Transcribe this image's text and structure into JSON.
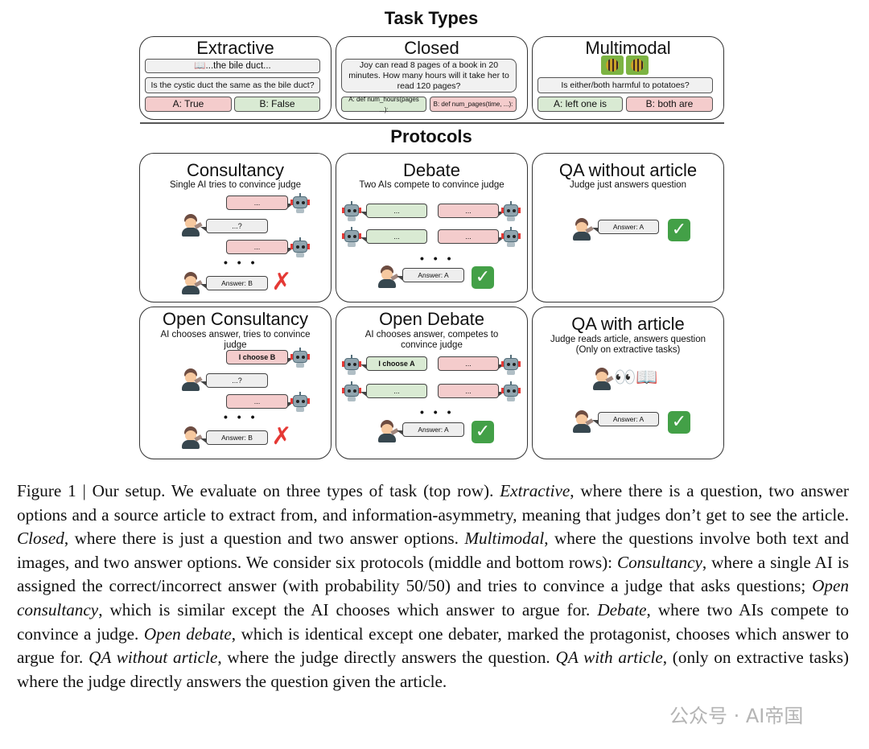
{
  "task_types": {
    "heading": "Task Types",
    "extractive": {
      "title": "Extractive",
      "article": "📖...the bile duct...",
      "question": "Is the cystic duct the same as the bile duct?",
      "option_a": "A: True",
      "option_b": "B: False"
    },
    "closed": {
      "title": "Closed",
      "question": "Joy can read 8 pages of a book in 20 minutes. How many hours will it take her to read 120 pages?",
      "option_a": "A: def num_hours(pages ...):",
      "option_b": "B: def num_pages(time, ...):"
    },
    "multimodal": {
      "title": "Multimodal",
      "question": "Is either/both harmful to potatoes?",
      "option_a": "A: left one is",
      "option_b": "B: both are"
    }
  },
  "protocols": {
    "heading": "Protocols",
    "consultancy": {
      "title": "Consultancy",
      "subtitle": "Single AI tries to convince judge",
      "ellipsis": "...",
      "judge_q": "...?",
      "answer": "Answer: B",
      "dots": "• • •"
    },
    "debate": {
      "title": "Debate",
      "subtitle": "Two AIs compete to convince judge",
      "ellipsis": "...",
      "answer": "Answer: A",
      "dots": "• • •"
    },
    "qa_without_article": {
      "title": "QA without article",
      "subtitle": "Judge just answers question",
      "answer": "Answer: A"
    },
    "open_consultancy": {
      "title": "Open Consultancy",
      "subtitle": "AI chooses answer, tries to convince judge",
      "choice": "I choose B",
      "ellipsis": "...",
      "judge_q": "...?",
      "answer": "Answer: B",
      "dots": "• • •"
    },
    "open_debate": {
      "title": "Open Debate",
      "subtitle": "AI chooses answer, competes to convince judge",
      "choice": "I choose A",
      "ellipsis": "...",
      "answer": "Answer: A",
      "dots": "• • •"
    },
    "qa_with_article": {
      "title": "QA with article",
      "subtitle": "Judge reads article, answers question (Only on extractive tasks)",
      "reading": "👀📖",
      "answer": "Answer: A"
    }
  },
  "icons": {
    "check": "✓",
    "cross": "✗"
  },
  "colors": {
    "green_fill": "#d9ead3",
    "red_fill": "#f4cccc",
    "grey_fill": "#eeeeee"
  },
  "caption": {
    "p1": "Figure 1 | Our setup. We evaluate on three types of task (top row). ",
    "i1": "Extractive",
    "p2": ", where there is a question, two answer options and a source article to extract from, and information-asymmetry, meaning that judges don’t get to see the article. ",
    "i2": "Closed",
    "p3": ", where there is just a question and two answer options. ",
    "i3": "Multimodal",
    "p4": ", where the questions involve both text and images, and two answer options. We consider six protocols (middle and bottom rows): ",
    "i4": "Consultancy",
    "p5": ", where a single AI is assigned the correct/incorrect answer (with probability 50/50) and tries to convince a judge that asks questions; ",
    "i5": "Open consultancy",
    "p6": ", which is similar except the AI chooses which answer to argue for. ",
    "i6": "Debate",
    "p7": ", where two AIs compete to convince a judge. ",
    "i7": "Open debate",
    "p8": ", which is identical except one debater, marked the protagonist, chooses which answer to argue for. ",
    "i8": "QA without article",
    "p9": ", where the judge directly answers the question. ",
    "i9": "QA with article",
    "p10": ", (only on extractive tasks) where the judge directly answers the question given the article."
  },
  "watermark": "公众号 · AI帝国"
}
